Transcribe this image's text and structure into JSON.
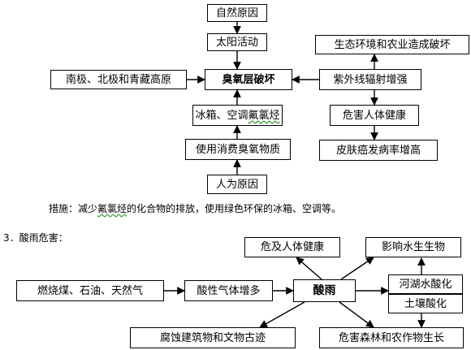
{
  "ozone": {
    "natural_cause": "自然原因",
    "sun_activity": "太阳活动",
    "center": "臭氧层破坏",
    "polar": "南极、北极和青藏高原",
    "fridge_prefix": "冰箱、空调",
    "fridge_cfc": "氟氯烃",
    "use_ods": "使用消费臭氧物质",
    "human_cause": "人为原因",
    "eco_damage": "生态环境和农业造成破坏",
    "uv": "紫外线辐射增强",
    "health": "危害人体健康",
    "skin_cancer": "皮肤癌发病率增高"
  },
  "measures": {
    "label": "措施：",
    "prefix": "减少",
    "cfc": "氟氯烃",
    "suffix": "的化合物的排放，使用绿色环保的冰箱、空调等。"
  },
  "acid_rain": {
    "heading": "3．酸雨危害：",
    "fuels": "燃烧煤、石油、天然气",
    "acid_gas": "酸性气体增多",
    "center": "酸雨",
    "human_health": "危及人体健康",
    "aquatic": "影响水生生物",
    "lake": "河湖水酸化",
    "soil": "土壤酸化",
    "buildings": "腐蚀建筑物和文物古迹",
    "forest": "危害森林和农作物生长"
  }
}
